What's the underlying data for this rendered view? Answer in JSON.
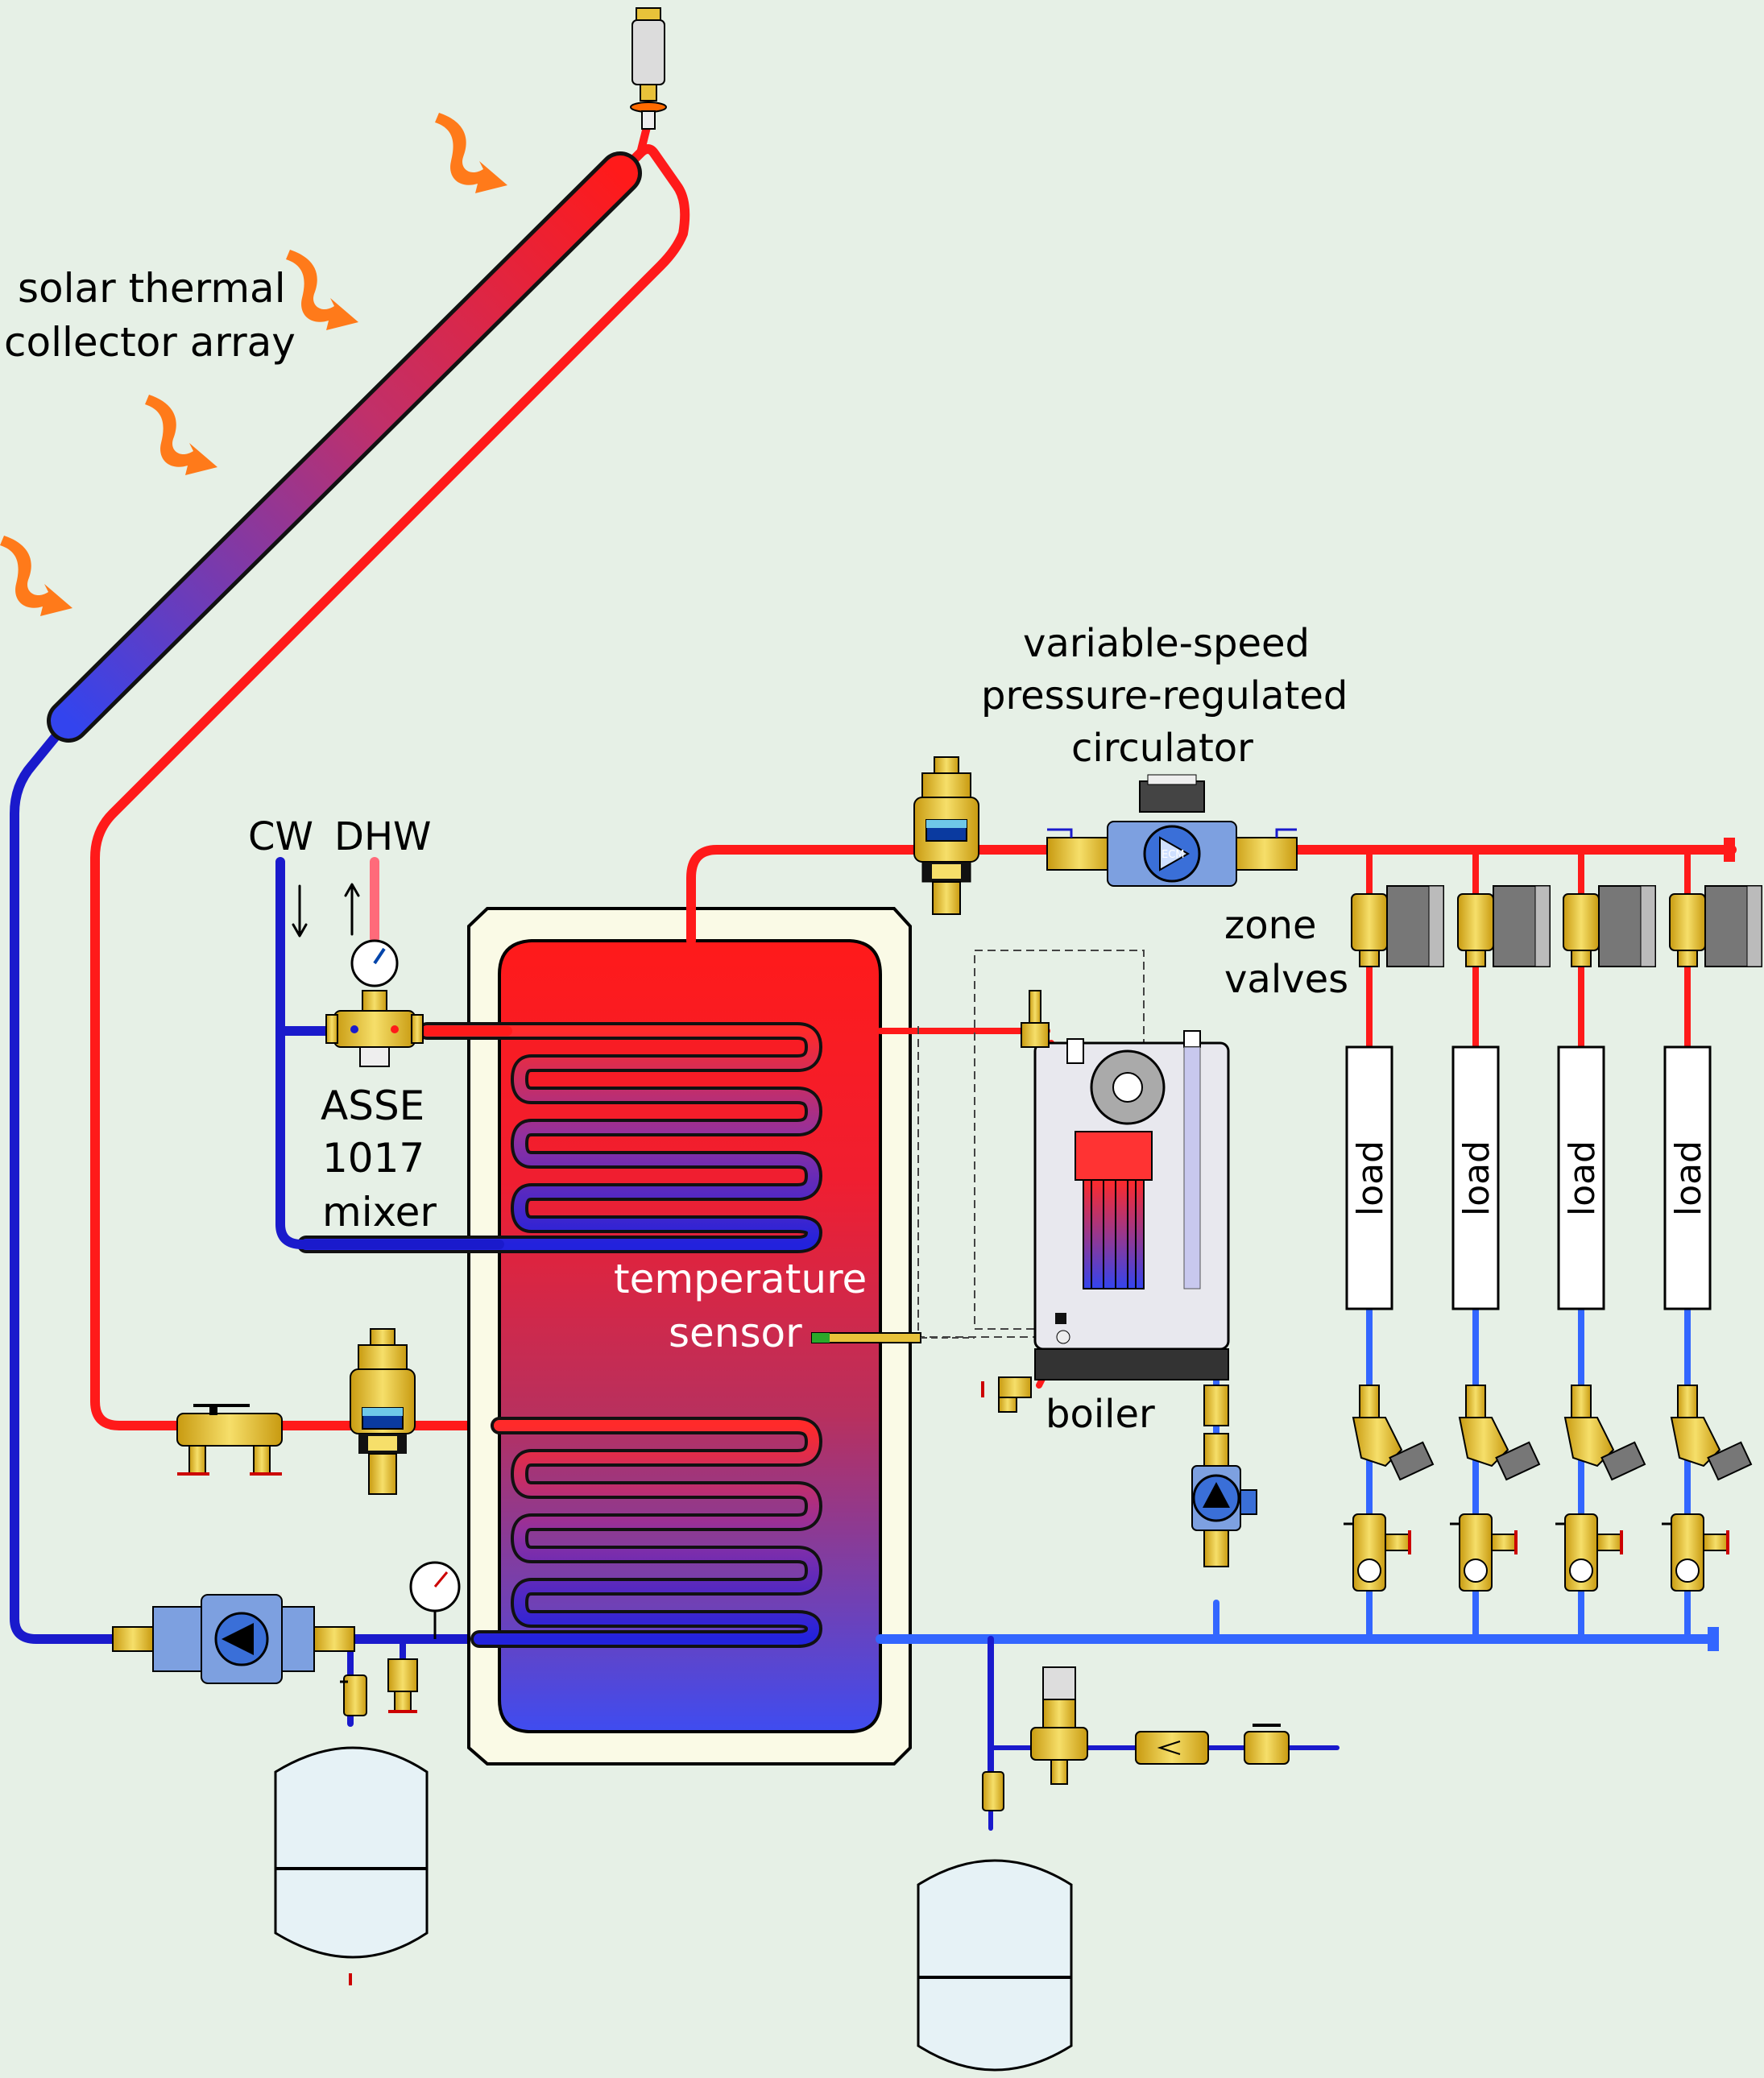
{
  "labels": {
    "collector_line1": "solar thermal",
    "collector_line2": "collector array",
    "circulator_line1": "variable-speed",
    "circulator_line2": "pressure-regulated",
    "circulator_line3": "circulator",
    "zone_line1": "zone",
    "zone_line2": "valves",
    "cw": "CW",
    "dhw": "DHW",
    "mixer_line1": "ASSE",
    "mixer_line2": "1017",
    "mixer_line3": "mixer",
    "sensor_line1": "temperature",
    "sensor_line2": "sensor",
    "boiler": "boiler",
    "pump_badge": "ECM"
  },
  "loads": [
    "load",
    "load",
    "load",
    "load"
  ],
  "colors": {
    "background": "#e6f0e6",
    "hot_pipe": "#ff1a1a",
    "cold_pipe": "#1a1acc",
    "return_pipe": "#3366ff",
    "brass": "#e8c23a",
    "sun_arrows": "#ff7a1a",
    "tank_jacket": "#fafae6"
  },
  "icons": [
    "sun-arrow-icon",
    "air-vent-icon",
    "air-separator-icon",
    "zone-valve-icon",
    "circulator-icon",
    "expansion-tank-icon",
    "gauge-icon",
    "mixing-valve-icon",
    "boiler-icon",
    "balancing-valve-icon",
    "ball-valve-icon"
  ]
}
